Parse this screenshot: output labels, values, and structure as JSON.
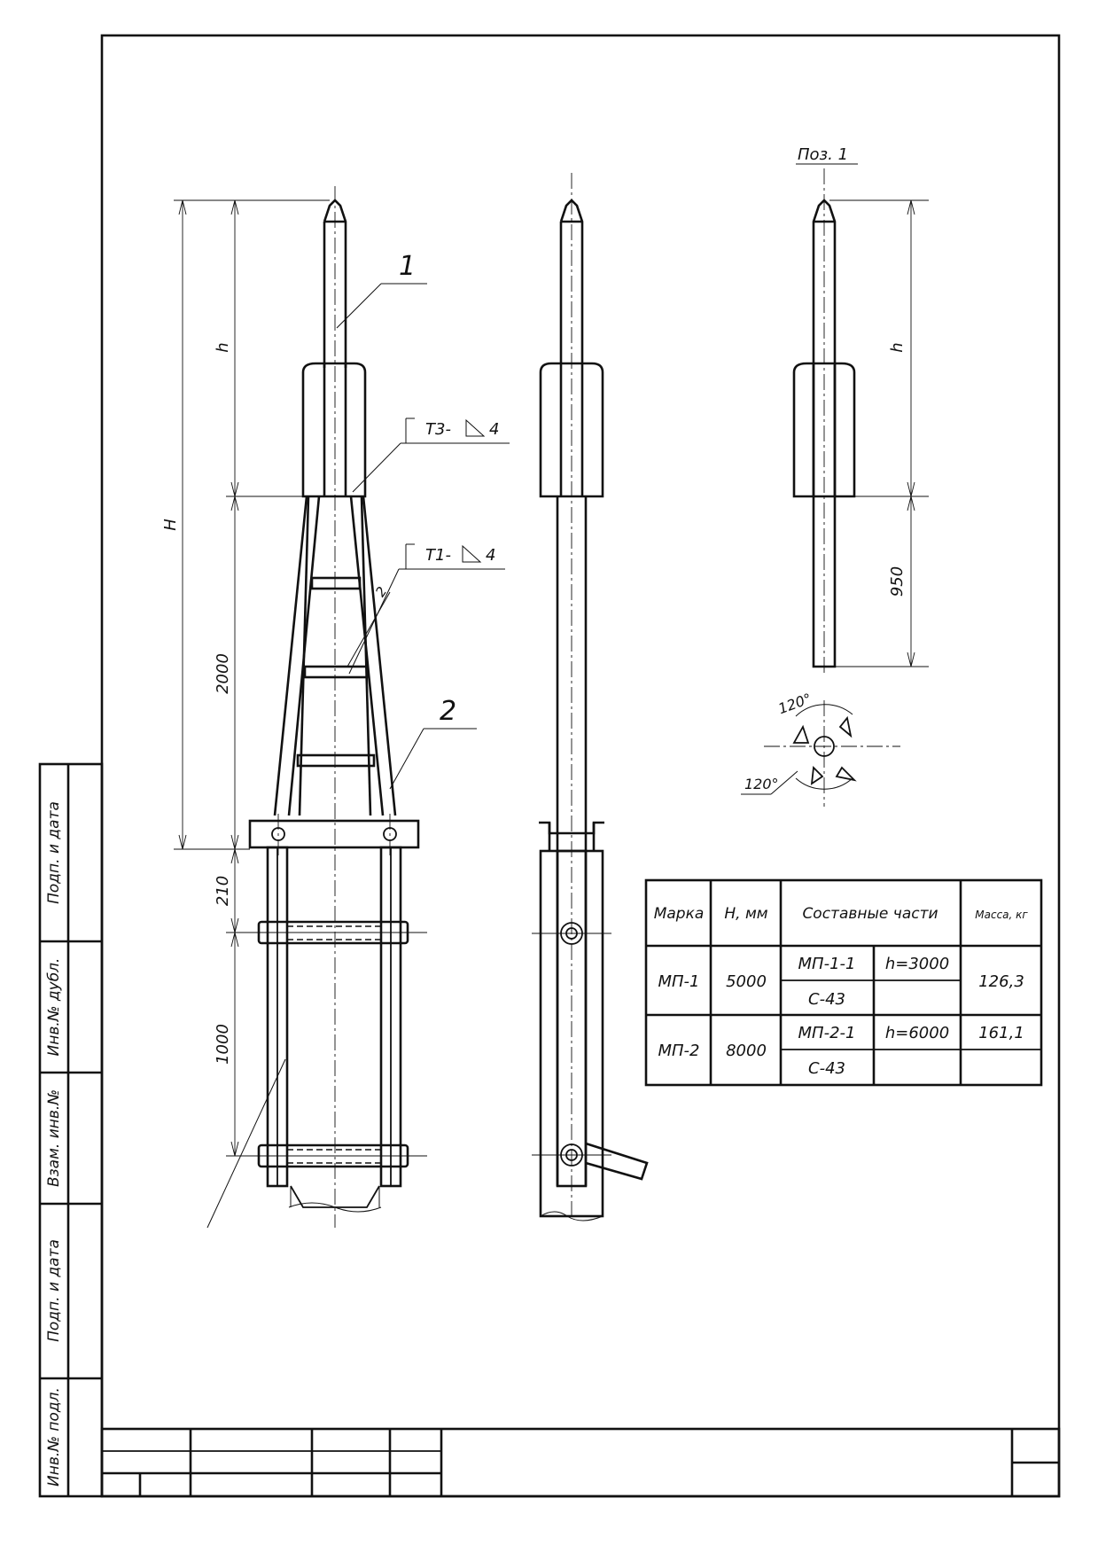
{
  "drawing": {
    "callout_1": "1",
    "callout_2": "2",
    "callout_2_small": "2",
    "pos_label": "Поз. 1",
    "weld_top": "Т3-",
    "weld_top_size": "4",
    "weld_mid": "Т1-",
    "weld_mid_size": "4",
    "dim_H": "H",
    "dim_h_left": "h",
    "dim_2000": "2000",
    "dim_210": "210",
    "dim_1000": "1000",
    "dim_h_right": "h",
    "dim_950": "950",
    "angle_top": "120°",
    "angle_bottom": "120°"
  },
  "table": {
    "headers": [
      "Марка",
      "H, мм",
      "Составные части",
      "Масса, кг"
    ],
    "rows": [
      {
        "mark": "МП-1",
        "height": "5000",
        "part_a": "МП-1-1",
        "h_a": "h=3000",
        "part_b": "С-43",
        "mass": "126,3"
      },
      {
        "mark": "МП-2",
        "height": "8000",
        "part_a": "МП-2-1",
        "h_a": "h=6000",
        "part_b": "С-43",
        "mass": "161,1"
      }
    ]
  },
  "margin_stamp": {
    "cells": [
      "Подп. и дата",
      "Инв.№ дубл.",
      "Взам. инв.№",
      "Подп. и дата",
      "Инв.№ подл."
    ]
  }
}
